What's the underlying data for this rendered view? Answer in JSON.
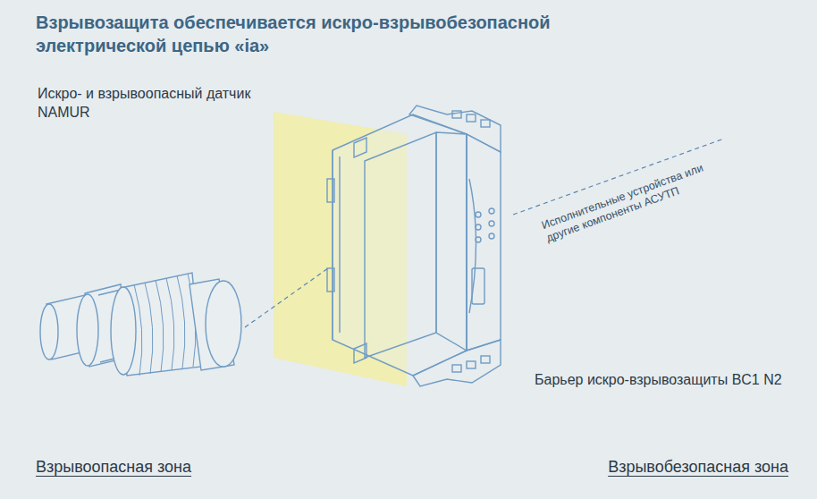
{
  "diagram": {
    "title": "Взрывозащита обеспечивается искро-взрывобезопасной электрической цепью «ia»",
    "nodes": [
      {
        "text": [
          "Искро- и взрывоопасный датчик NAMUR"
        ]
      },
      {
        "text": [
          "Барьер искро-взрывозащиты BC1 N2"
        ]
      }
    ],
    "edges": [
      {
        "from": 0,
        "to": 1,
        "arrow": "none"
      }
    ],
    "labels": [
      "Исполнительные устройства или другие компоненты АСУТП",
      "Взрывоопасная зона",
      "Взрывобезопасная зона"
    ]
  }
}
